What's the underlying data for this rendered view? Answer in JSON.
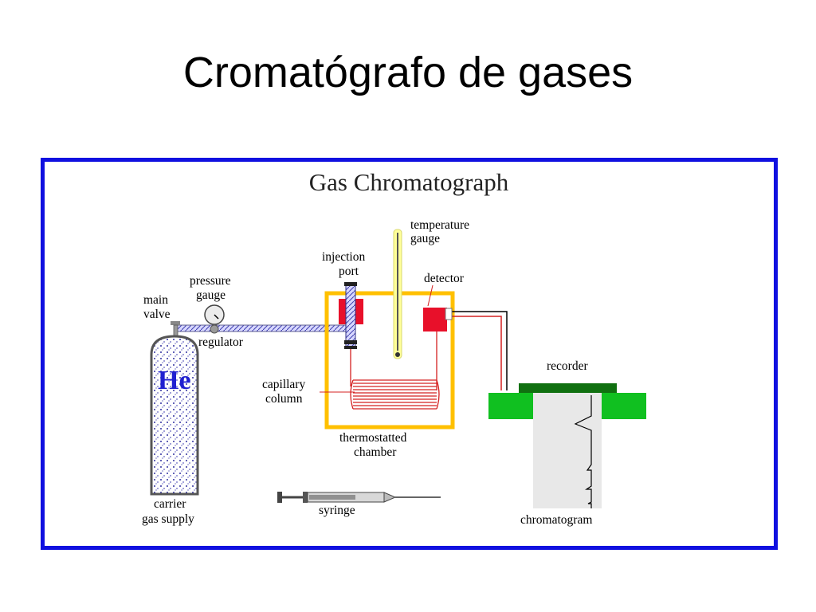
{
  "slide": {
    "title": "Cromatógrafo de gases"
  },
  "diagram": {
    "title": "Gas Chromatograph",
    "labels": {
      "main_valve": [
        "main",
        "valve"
      ],
      "pressure_gauge": [
        "pressure",
        "gauge"
      ],
      "regulator": "regulator",
      "gas": "He",
      "carrier_gas_supply": [
        "carrier",
        "gas supply"
      ],
      "injection_port": [
        "injection",
        "port"
      ],
      "temperature_gauge": [
        "temperature",
        "gauge"
      ],
      "detector": "detector",
      "capillary_column": [
        "capillary",
        "column"
      ],
      "thermostatted_chamber": [
        "thermostatted",
        "chamber"
      ],
      "syringe": "syringe",
      "recorder": "recorder",
      "chromatogram": "chromatogram"
    },
    "colors": {
      "frame": "#1010e0",
      "chamber": "#ffc000",
      "detector": "#e8102a",
      "column": "#d42020",
      "recorder": "#10c020",
      "thermometer": "#ffff99"
    }
  }
}
